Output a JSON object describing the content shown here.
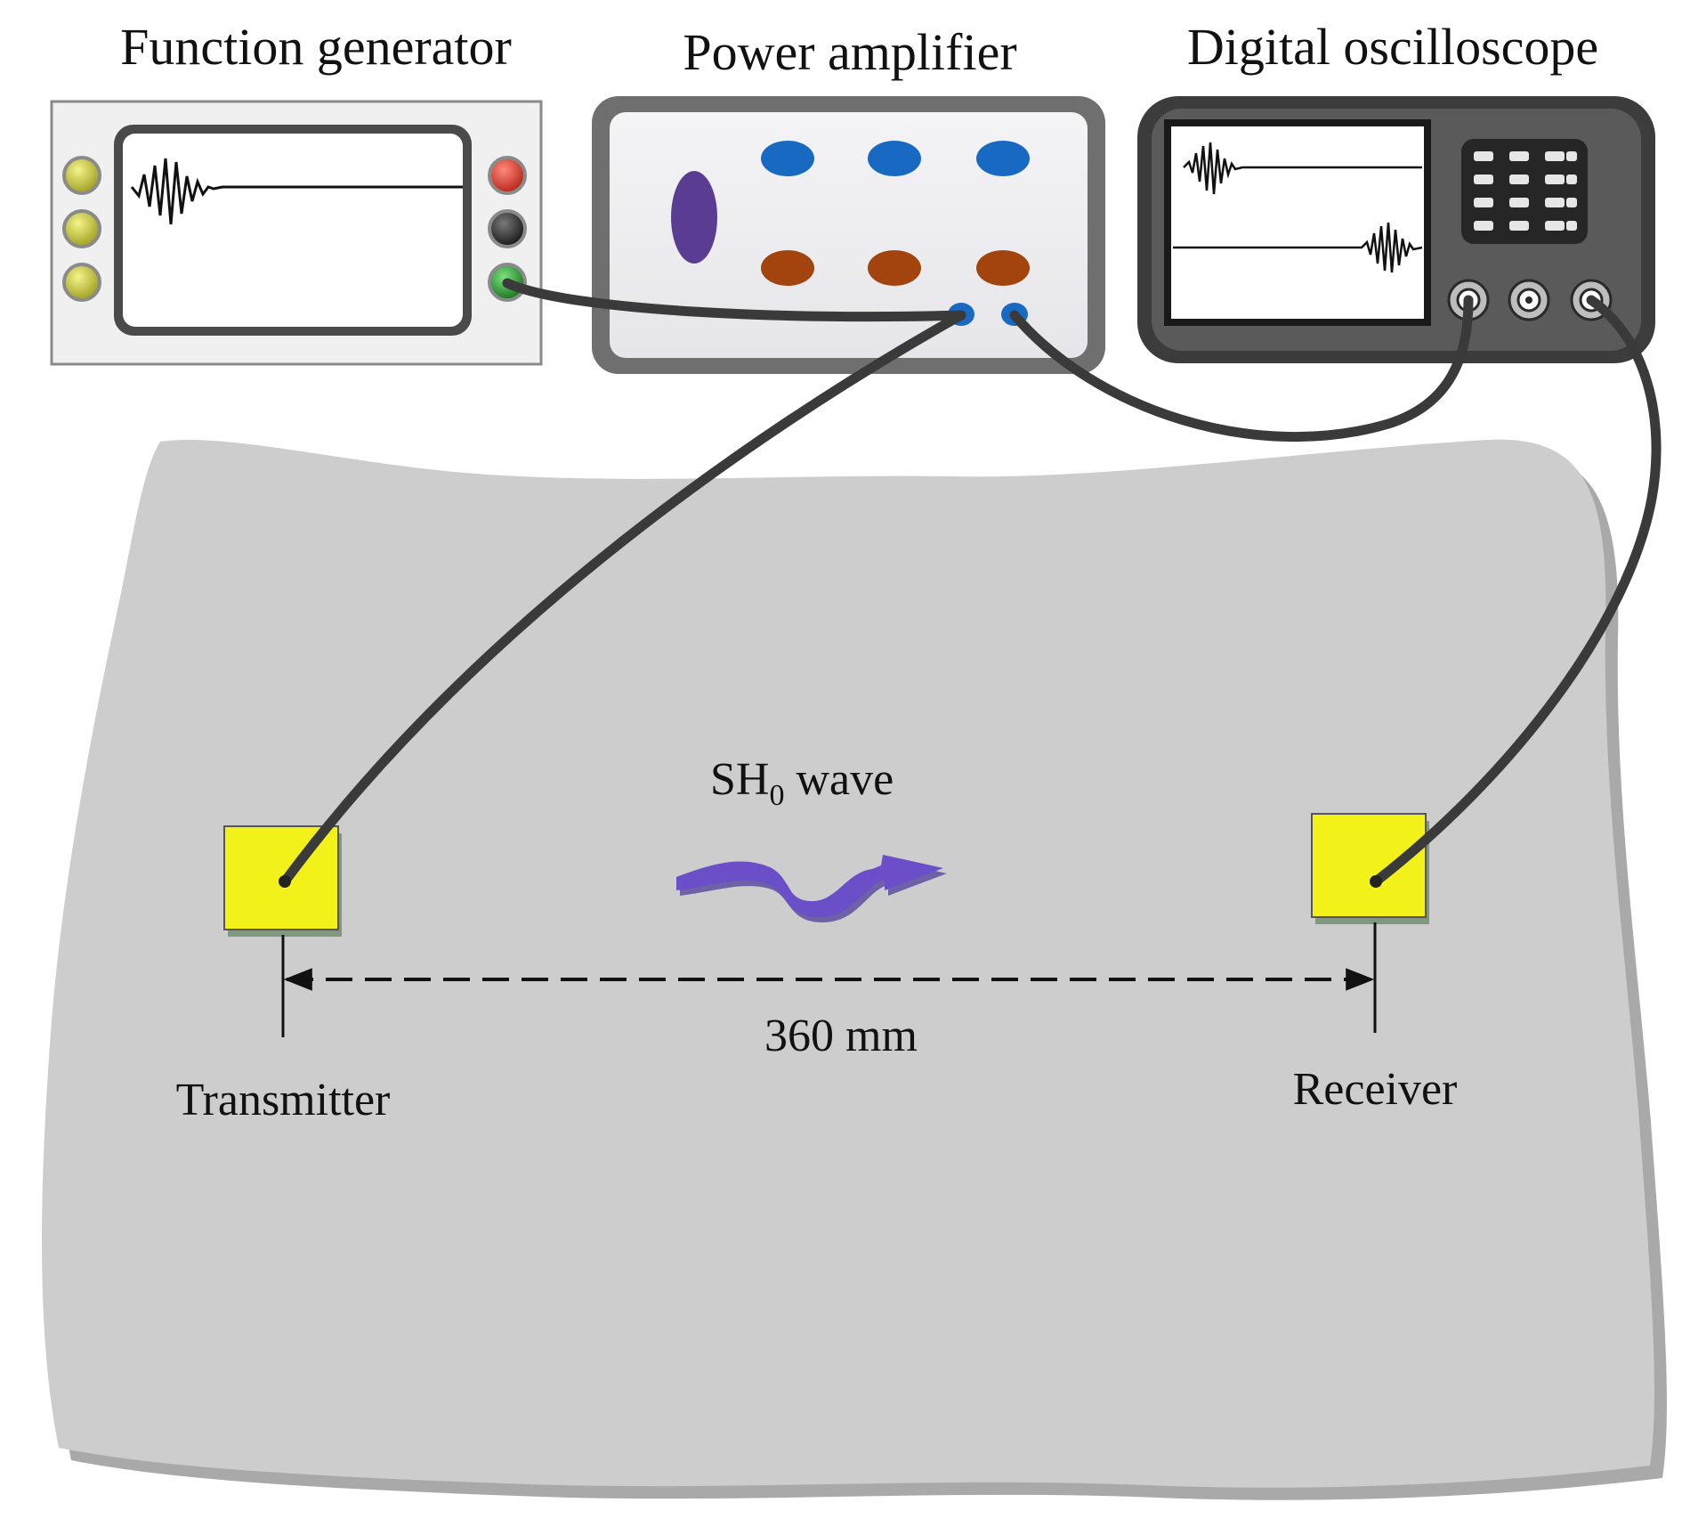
{
  "labels": {
    "function_generator": "Function generator",
    "power_amplifier": "Power amplifier",
    "digital_oscilloscope": "Digital oscilloscope",
    "wave_name": "SH",
    "wave_subscript": "0",
    "wave_suffix": " wave",
    "distance": "360 mm",
    "transmitter": "Transmitter",
    "receiver": "Receiver"
  },
  "colors": {
    "plate": "#cdcdcd",
    "plate_shadow": "#a9a9a9",
    "cable": "#3a3a3a",
    "transducer": "#f2f21a",
    "wave_arrow": "#6a4fc8",
    "amp_knob_blue": "#1769c2",
    "amp_knob_brown": "#a3440e",
    "amp_knob_purple": "#5a3d93",
    "fg_button_yellow": "#c9c934",
    "fg_button_red": "#d8372a",
    "fg_button_black": "#262626",
    "fg_button_green": "#1f9a2a"
  },
  "icons": {
    "wave_arrow": "wavy-arrow-icon",
    "dimension_arrow": "double-headed-arrow-icon"
  }
}
